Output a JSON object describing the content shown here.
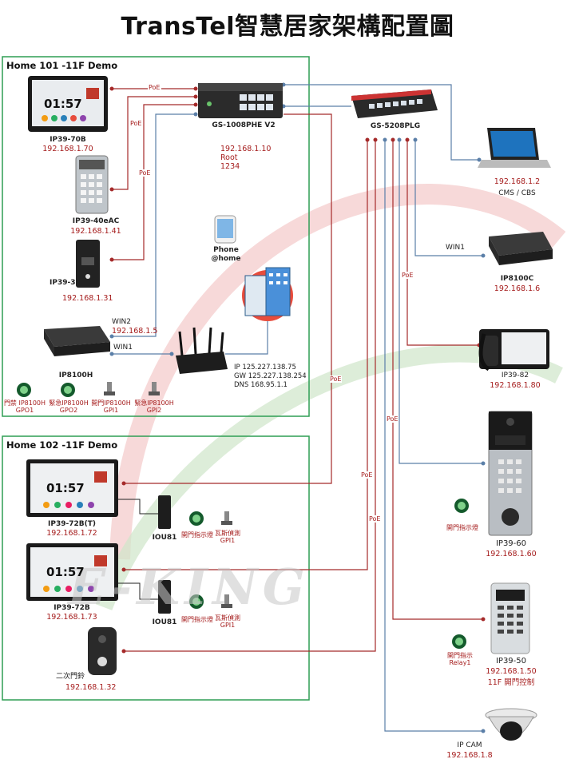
{
  "title": "TransTel智慧居家架構配置圖",
  "watermark": "E-KING",
  "home101": {
    "title": "Home 101 -11F Demo",
    "ip39_70b": {
      "name": "IP39-70B",
      "ip": "192.168.1.70",
      "screen_time": "01:57"
    },
    "ip39_40eac": {
      "name": "IP39-40eAC",
      "ip": "192.168.1.41"
    },
    "ip39_31": {
      "name": "IP39-31",
      "ip": "192.168.1.31"
    },
    "ip8100h": {
      "name": "IP8100H",
      "win2": "WIN2",
      "win2_ip": "192.168.1.5",
      "win1": "WIN1"
    },
    "switch": {
      "name": "GS-1008PHE V2",
      "ip": "192.168.1.10",
      "user": "Root",
      "pass": "1234"
    },
    "phone": {
      "line1": "Phone",
      "line2": "@home"
    },
    "router": {
      "ip": "IP  125.227.138.75",
      "gw": "GW 125.227.138.254",
      "dns": "DNS 168.95.1.1"
    },
    "io": [
      {
        "l1": "門禁 IP8100H",
        "l2": "GPO1"
      },
      {
        "l1": "緊急IP8100H",
        "l2": "GPO2"
      },
      {
        "l1": "開門IP8100H",
        "l2": "GPI1"
      },
      {
        "l1": "緊急IP8100H",
        "l2": "GPI2"
      }
    ],
    "poe1": "PoE",
    "poe2": "PoE",
    "poe3": "PoE"
  },
  "home102": {
    "title": "Home 102 -11F Demo",
    "ip39_72bt": {
      "name": "IP39-72B(T)",
      "ip": "192.168.1.72",
      "screen_time": "01:57"
    },
    "ip39_72b": {
      "name": "IP39-72B",
      "ip": "192.168.1.73",
      "screen_time": "01:57"
    },
    "iou81a": {
      "name": "IOU81",
      "l1": "開門指示燈",
      "l2": "瓦斯偵測",
      "l3": "GPI1"
    },
    "iou81b": {
      "name": "IOU81",
      "l1": "開門指示燈",
      "l2": "瓦斯偵測",
      "l3": "GPI1"
    },
    "doorbell": {
      "name": "二次門鈴",
      "ip": "192.168.1.32"
    }
  },
  "main_switch": {
    "name": "GS-5208PLG"
  },
  "laptop": {
    "ip": "192.168.1.2",
    "name": "CMS / CBS"
  },
  "ip8100c": {
    "win": "WIN1",
    "name": "IP8100C",
    "ip": "192.168.1.6",
    "poe": "PoE"
  },
  "ip39_82": {
    "name": "IP39-82",
    "ip": "192.168.1.80"
  },
  "ip39_60": {
    "name": "IP39-60",
    "ip": "192.168.1.60",
    "indicator": "開門指示燈"
  },
  "ip39_50": {
    "name": "IP39-50",
    "ip": "192.168.1.50",
    "note": "11F 開門控制",
    "relay_l1": "開門指示",
    "relay_l2": "Relay1"
  },
  "ipcam": {
    "name": "IP CAM",
    "ip": "192.168.1.8"
  },
  "poe_labels": {
    "a": "PoE",
    "b": "PoE",
    "c": "PoE",
    "d": "PoE"
  }
}
